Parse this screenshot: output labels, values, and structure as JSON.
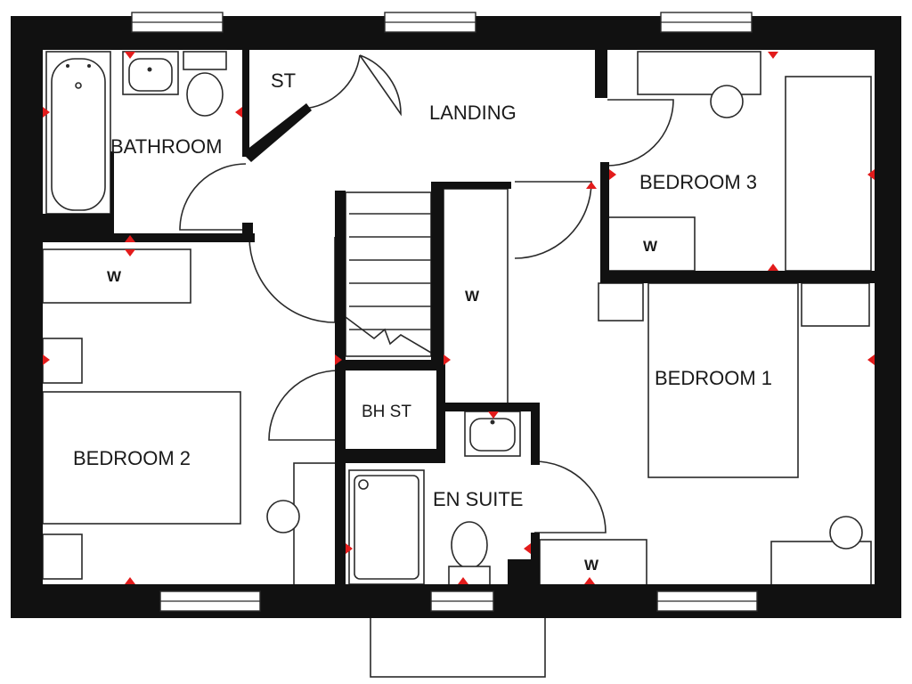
{
  "plan": {
    "colors": {
      "wall": "#111111",
      "marker": "#e21b1b",
      "line": "#2a2a2a",
      "background": "#ffffff"
    },
    "rooms": {
      "landing": "LANDING",
      "store": "ST",
      "bathroom": "BATHROOM",
      "bedroom3": "BEDROOM 3",
      "bedroom1": "BEDROOM 1",
      "bedroom2": "BEDROOM 2",
      "bh_store": "BH ST",
      "en_suite": "EN SUITE"
    },
    "wardrobe_label": "W",
    "icons": [
      "door-swing-icon",
      "window-icon",
      "stair-icon",
      "bath-icon",
      "shower-icon",
      "basin-icon",
      "toilet-icon",
      "radiator-marker-icon"
    ]
  }
}
